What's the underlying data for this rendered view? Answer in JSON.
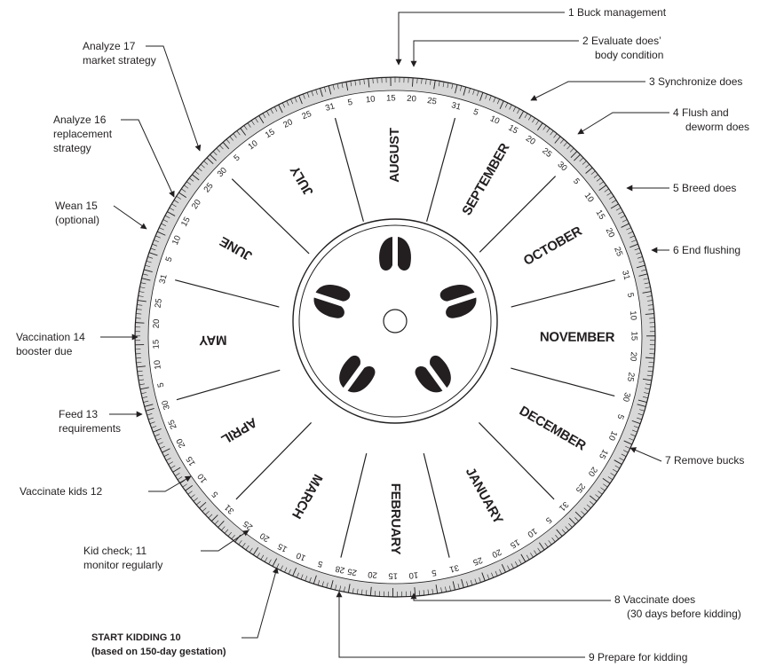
{
  "months": [
    "AUGUST",
    "SEPTEMBER",
    "OCTOBER",
    "NOVEMBER",
    "DECEMBER",
    "JANUARY",
    "FEBRUARY",
    "MARCH",
    "APRIL",
    "MAY",
    "JUNE",
    "JULY"
  ],
  "month_days": [
    31,
    30,
    31,
    30,
    31,
    31,
    28,
    31,
    30,
    31,
    30,
    31
  ],
  "day_labels": [
    "5",
    "10",
    "15",
    "20",
    "25"
  ],
  "events": [
    {
      "id": "e1",
      "lines": [
        "1 Buck management"
      ],
      "bold": false
    },
    {
      "id": "e2",
      "lines": [
        "2 Evaluate does’",
        "body condition"
      ],
      "bold": false
    },
    {
      "id": "e3",
      "lines": [
        "3 Synchronize does"
      ],
      "bold": false
    },
    {
      "id": "e4",
      "lines": [
        "4 Flush and",
        "deworm does"
      ],
      "bold": false
    },
    {
      "id": "e5",
      "lines": [
        "5 Breed does"
      ],
      "bold": false
    },
    {
      "id": "e6",
      "lines": [
        "6 End flushing"
      ],
      "bold": false
    },
    {
      "id": "e7",
      "lines": [
        "7 Remove bucks"
      ],
      "bold": false
    },
    {
      "id": "e8",
      "lines": [
        "8 Vaccinate does",
        "(30 days before kidding)"
      ],
      "bold": false
    },
    {
      "id": "e9",
      "lines": [
        "9 Prepare for kidding"
      ],
      "bold": false
    },
    {
      "id": "e10",
      "lines": [
        "START KIDDING 10",
        "(based on 150-day gestation)"
      ],
      "bold": true
    },
    {
      "id": "e11",
      "lines": [
        "Kid check; 11",
        "monitor regularly"
      ],
      "bold": false
    },
    {
      "id": "e12",
      "lines": [
        "Vaccinate kids 12"
      ],
      "bold": false
    },
    {
      "id": "e13",
      "lines": [
        "Feed 13",
        "requirements"
      ],
      "bold": false
    },
    {
      "id": "e14",
      "lines": [
        "Vaccination 14",
        "booster due"
      ],
      "bold": false
    },
    {
      "id": "e15",
      "lines": [
        "Wean 15",
        "(optional)"
      ],
      "bold": false
    },
    {
      "id": "e16",
      "lines": [
        "Analyze 16",
        "replacement",
        "strategy"
      ],
      "bold": false
    },
    {
      "id": "e17",
      "lines": [
        "Analyze 17",
        "market strategy"
      ],
      "bold": false
    }
  ]
}
